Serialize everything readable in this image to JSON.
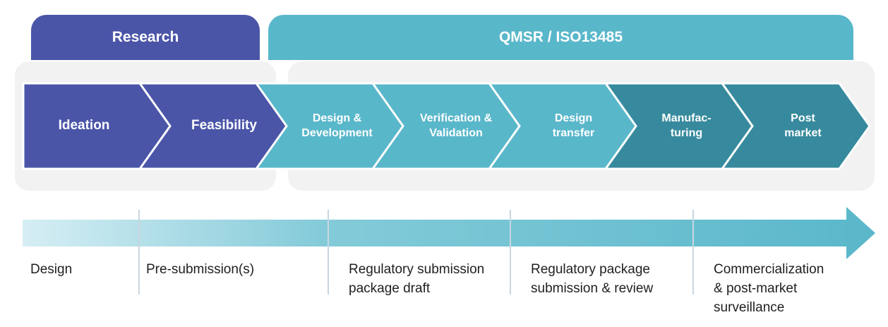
{
  "headers": {
    "research": "Research",
    "qmsr": "QMSR / ISO13485"
  },
  "stages": [
    {
      "label": "Ideation",
      "color": "#4a55a8"
    },
    {
      "label": "Feasibility",
      "color": "#4a55a8"
    },
    {
      "label": "Design &\nDevelopment",
      "color": "#59b7ca"
    },
    {
      "label": "Verification &\nValidation",
      "color": "#59b7ca"
    },
    {
      "label": "Design\ntransfer",
      "color": "#59b7ca"
    },
    {
      "label": "Manufac-\nturing",
      "color": "#378a9d"
    },
    {
      "label": "Post\nmarket",
      "color": "#378a9d"
    }
  ],
  "timeline": {
    "phases": [
      "Design",
      "Pre-submission(s)",
      "Regulatory submission\npackage draft",
      "Regulatory package\nsubmission & review",
      "Commercialization\n& post-market\nsurveillance"
    ]
  },
  "colors": {
    "research": "#4a55a8",
    "qmsr": "#59b7ca",
    "late_stage": "#378a9d",
    "panel": "#f2f2f2",
    "arrow_start": "#d6eef4",
    "arrow_end": "#59b7ca",
    "divider": "#c9d6e0"
  }
}
